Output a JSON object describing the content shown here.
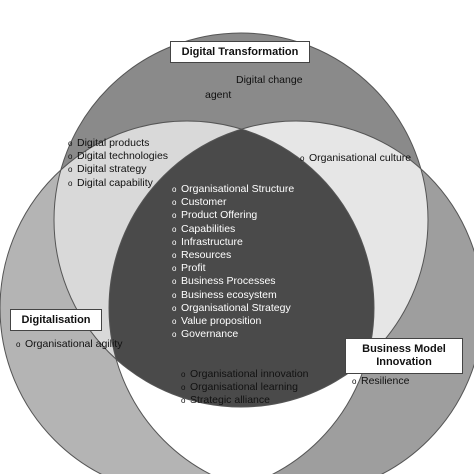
{
  "sets": {
    "digital_transformation": "Digital Transformation",
    "digitalisation": "Digitalisation",
    "business_model_innovation": "Business Model Innovation"
  },
  "annotations": {
    "digital_change": "Digital change",
    "agent": "agent"
  },
  "regions": {
    "dt_and_dig": [
      "Digital products",
      "Digital technologies",
      "Digital strategy",
      "Digital capability"
    ],
    "dt_and_bmi": [
      "Organisational culture"
    ],
    "all_three": [
      "Organisational Structure",
      "Customer",
      "Product Offering",
      "Capabilities",
      "Infrastructure",
      "Resources",
      "Profit",
      "Business Processes",
      "Business ecosystem",
      "Organisational Strategy",
      "Value proposition",
      "Governance"
    ],
    "dig_only": [
      "Organisational agility"
    ],
    "bmi_only": [
      "Resilience"
    ],
    "dig_and_bmi": [
      "Organisational innovation",
      "Organisational learning",
      "Strategic alliance"
    ]
  },
  "bullet_glyph": "o",
  "colors": {
    "dt_only": "#8a8a8a",
    "dig_only": "#b4b4b4",
    "bmi_only": "#9e9e9e",
    "dt_dig": "#d9d9d9",
    "dt_bmi": "#e6e6e6",
    "dig_bmi": "#ffffff",
    "center": "#4a4a4a",
    "stroke": "#555555"
  }
}
